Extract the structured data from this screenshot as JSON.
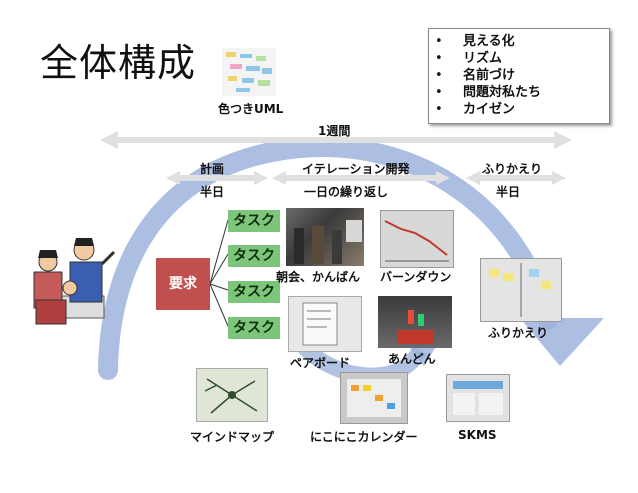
{
  "title": "全体構成",
  "bullets": [
    "見える化",
    "リズム",
    "名前づけ",
    "問題対私たち",
    "カイゼン"
  ],
  "uml_caption": "色つきUML",
  "week_label": "1週間",
  "phases": {
    "plan": {
      "line1": "計画",
      "line2": "半日"
    },
    "iteration": {
      "line1": "イテレーション開発",
      "line2": "一日の繰り返し"
    },
    "retro": {
      "line1": "ふりかえり",
      "line2": "半日"
    }
  },
  "requirement": "要求",
  "tasks": [
    "タスク",
    "タスク",
    "タスク",
    "タスク"
  ],
  "photo_captions": {
    "asakai": "朝会、かんばん",
    "burndown": "バーンダウン",
    "retro": "ふりかえり",
    "pair": "ペアボード",
    "andon": "あんどん",
    "mindmap": "マインドマップ",
    "calendar": "にこにこカレンダー",
    "skms": "SKMS"
  },
  "colors": {
    "arc": "#8fa9d6",
    "task": "#7cc57a",
    "requirement": "#c0504d",
    "arrow": "#e6e6e6"
  }
}
